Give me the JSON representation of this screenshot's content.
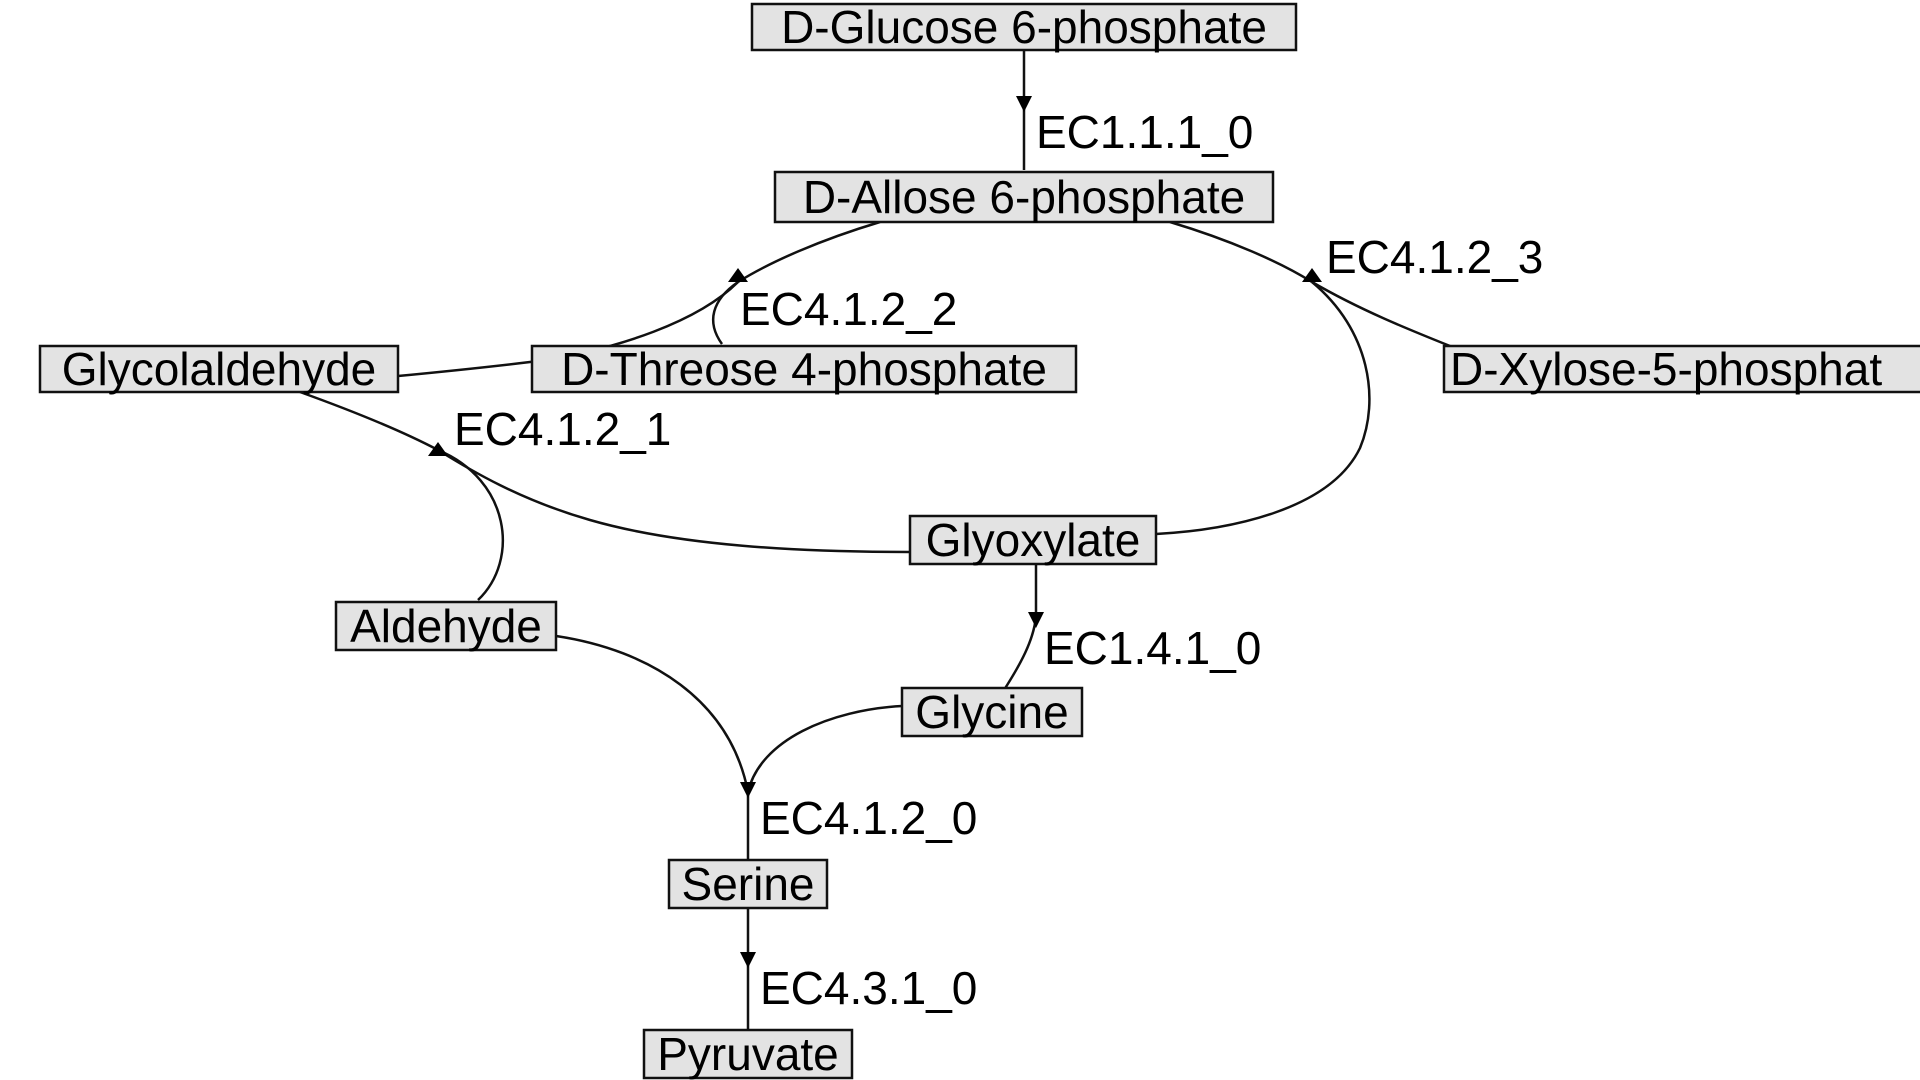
{
  "nodes": {
    "glucose6p": "D-Glucose 6-phosphate",
    "allose6p": "D-Allose 6-phosphate",
    "glycolaldehyde": "Glycolaldehyde",
    "threose4p": "D-Threose 4-phosphate",
    "xylose5p": "D-Xylose-5-phosphat",
    "glyoxylate": "Glyoxylate",
    "aldehyde": "Aldehyde",
    "glycine": "Glycine",
    "serine": "Serine",
    "pyruvate": "Pyruvate"
  },
  "reactions": {
    "ec1_1_1_0": "EC1.1.1_0",
    "ec4_1_2_2": "EC4.1.2_2",
    "ec4_1_2_3": "EC4.1.2_3",
    "ec4_1_2_1": "EC4.1.2_1",
    "ec1_4_1_0": "EC1.4.1_0",
    "ec4_1_2_0": "EC4.1.2_0",
    "ec4_3_1_0": "EC4.3.1_0"
  },
  "colors": {
    "node_fill": "#e3e3e3",
    "line": "#111111",
    "text": "#000000"
  }
}
